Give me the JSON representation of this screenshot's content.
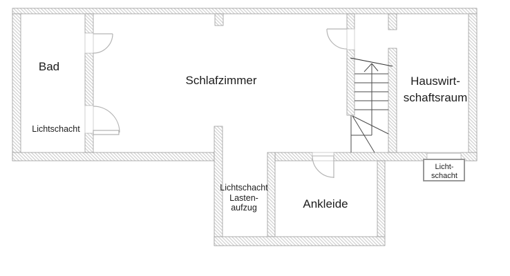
{
  "floor_plan": {
    "rooms": {
      "bad": {
        "label": "Bad"
      },
      "schlafzimmer": {
        "label": "Schlafzimmer"
      },
      "hauswirtschaftsraum": {
        "label_line1": "Hauswirt-",
        "label_line2": "schaftsraum"
      },
      "ankleide": {
        "label": "Ankleide"
      }
    },
    "annotations": {
      "bad_lichtschacht": {
        "label": "Lichtschacht"
      },
      "shaft": {
        "line1": "Lichtschacht",
        "line2": "Lasten-",
        "line3": "aufzug"
      },
      "lichtschacht_box": {
        "line1": "Licht-",
        "line2": "schacht"
      }
    },
    "colors": {
      "wall_hatch": "#c6c6c6",
      "wall_outline": "#9c9c9c",
      "door": "#b4b4b4",
      "stair_line": "#4a4a4a",
      "text": "#1c1c1c",
      "background": "#ffffff"
    }
  }
}
